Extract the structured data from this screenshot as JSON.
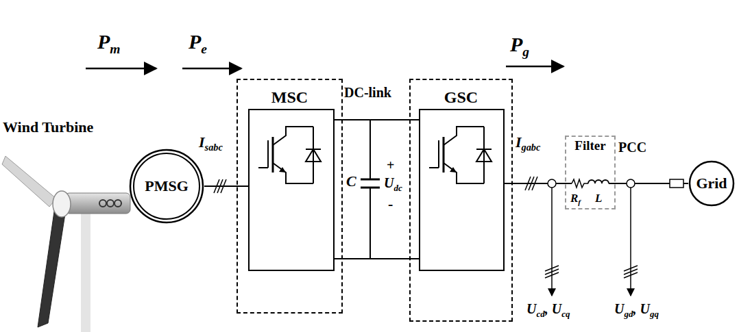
{
  "diagram": {
    "nodes": [
      {
        "text": [
          "PMSG"
        ]
      },
      {
        "text": [
          "MSC"
        ]
      },
      {
        "text": [
          "GSC"
        ]
      },
      {
        "text": [
          "Filter"
        ]
      },
      {
        "text": [
          "Grid"
        ]
      }
    ],
    "edges": [
      {
        "from": 0,
        "to": 1,
        "arrow": "none"
      },
      {
        "from": 1,
        "to": 2,
        "arrow": "none"
      },
      {
        "from": 2,
        "to": 3,
        "arrow": "none"
      },
      {
        "from": 3,
        "to": 4,
        "arrow": "none"
      }
    ],
    "labels": [
      "Pm",
      "Pe",
      "Pg",
      "Wind Turbine",
      "Isabc",
      "DC-link",
      "C",
      "+",
      "Udc",
      "-",
      "Igabc",
      "Rf",
      "L",
      "PCC",
      "Ucd, Ucq",
      "Ugd, Ugq"
    ]
  }
}
